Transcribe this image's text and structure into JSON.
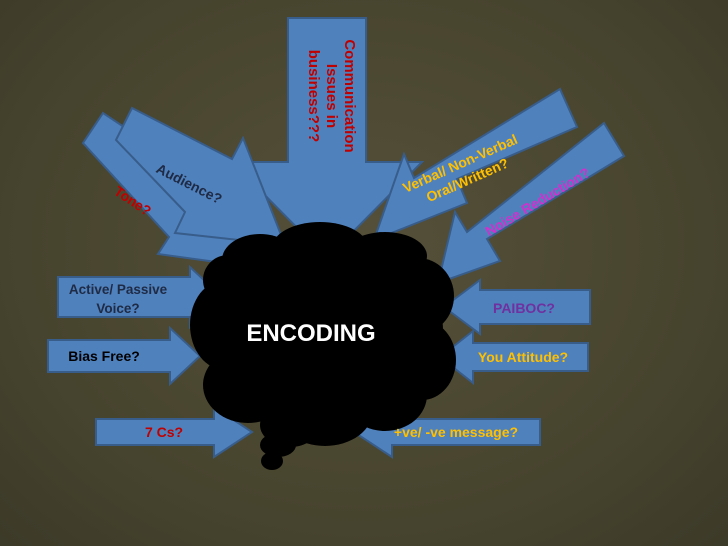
{
  "center": {
    "label": "ENCODING"
  },
  "labels": {
    "communication": [
      "Communication",
      "Issues in",
      "business???"
    ],
    "audience": "Audience?",
    "tone": "Tone?",
    "verbal": [
      "Verbal/ Non-Verbal",
      "Oral/Written?"
    ],
    "noise": "Noise Reduction?",
    "active_passive": [
      "Active/ Passive",
      "Voice?"
    ],
    "paiboc": "PAIBOC?",
    "bias_free": "Bias Free?",
    "you_attitude": "You Attitude?",
    "seven_cs": "7 Cs?",
    "message": "+ve/ -ve message?"
  },
  "colors": {
    "arrow_fill": "#4f81bd",
    "arrow_stroke": "#385d8a",
    "cloud": "#000000",
    "center_text": "#ffffff",
    "red_text": "#c00000",
    "dark_text": "#1f2a44",
    "gold_text": "#ffc000",
    "purple_text": "#7030a0",
    "magenta_text": "#cc33cc"
  }
}
